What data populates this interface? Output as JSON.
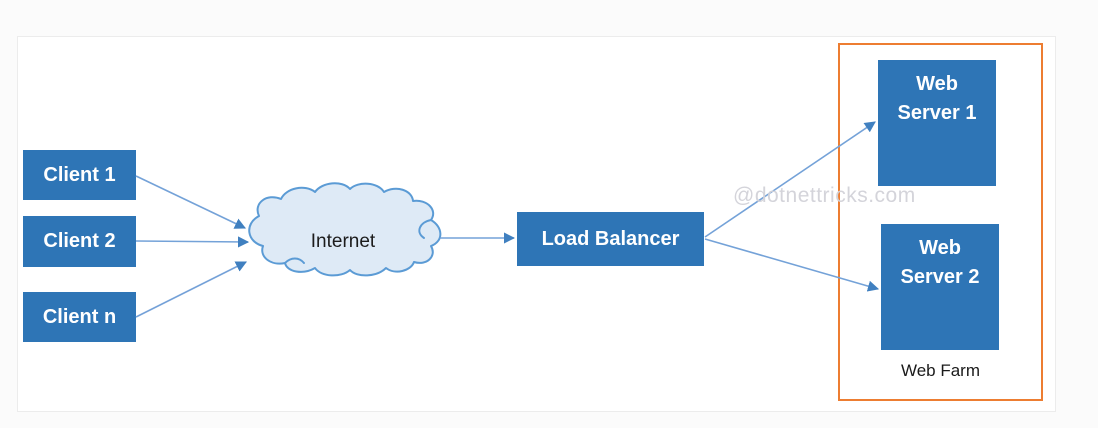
{
  "diagram": {
    "clients": [
      {
        "label": "Client 1"
      },
      {
        "label": "Client 2"
      },
      {
        "label": "Client n"
      }
    ],
    "internet_label": "Internet",
    "load_balancer_label": "Load Balancer",
    "servers": [
      {
        "line1": "Web",
        "line2": "Server 1"
      },
      {
        "line1": "Web",
        "line2": "Server 2"
      }
    ],
    "web_farm_label": "Web Farm",
    "watermark": "@dotnettricks.com",
    "connections": [
      {
        "from": "Client 1",
        "to": "Internet"
      },
      {
        "from": "Client 2",
        "to": "Internet"
      },
      {
        "from": "Client n",
        "to": "Internet"
      },
      {
        "from": "Internet",
        "to": "Load Balancer"
      },
      {
        "from": "Load Balancer",
        "to": "Web Server 1"
      },
      {
        "from": "Load Balancer",
        "to": "Web Server 2"
      }
    ],
    "colors": {
      "node_fill": "#2E75B6",
      "node_text": "#FFFFFF",
      "arrow_line": "#74A2D8",
      "arrowhead": "#4080C0",
      "cloud_fill": "#DEEAF6",
      "cloud_stroke": "#5B9BD5",
      "web_farm_border": "#ED7D31",
      "watermark_text": "#D2D2D9"
    }
  }
}
